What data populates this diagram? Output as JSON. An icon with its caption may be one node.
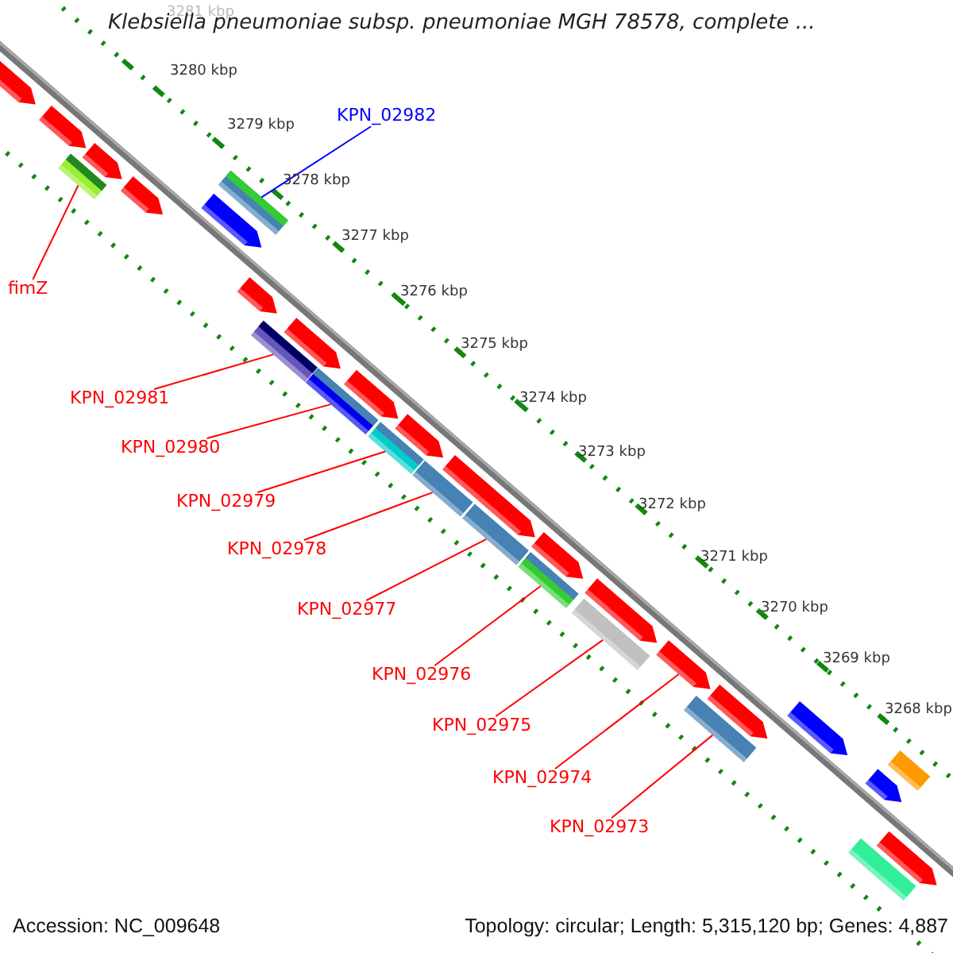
{
  "diagram": {
    "title": "Klebsiella pneumoniae subsp. pneumoniae MGH 78578, complete ...",
    "nodes": [
      {
        "text": [
          "KPN_02982"
        ]
      },
      {
        "text": [
          "fimZ"
        ]
      },
      {
        "text": [
          "KPN_02981"
        ]
      },
      {
        "text": [
          "KPN_02980"
        ]
      },
      {
        "text": [
          "KPN_02979"
        ]
      },
      {
        "text": [
          "KPN_02978"
        ]
      },
      {
        "text": [
          "KPN_02977"
        ]
      },
      {
        "text": [
          "KPN_02976"
        ]
      },
      {
        "text": [
          "KPN_02975"
        ]
      },
      {
        "text": [
          "KPN_02974"
        ]
      },
      {
        "text": [
          "KPN_02973"
        ]
      },
      {
        "text": [],
        "shape": "bar"
      },
      {
        "text": [],
        "shape": "bar"
      },
      {
        "text": [],
        "shape": "bar"
      },
      {
        "text": [],
        "shape": "bar"
      },
      {
        "text": [],
        "shape": "bar"
      },
      {
        "text": [],
        "shape": "bar"
      },
      {
        "text": [],
        "shape": "bar"
      },
      {
        "text": [],
        "shape": "bar"
      },
      {
        "text": [],
        "shape": "bar"
      },
      {
        "text": [],
        "shape": "bar"
      },
      {
        "text": [],
        "shape": "bar"
      },
      {
        "text": [],
        "shape": "bar"
      },
      {
        "text": [],
        "shape": "bar"
      },
      {
        "text": [],
        "shape": "bar"
      },
      {
        "text": [],
        "shape": "bar"
      },
      {
        "text": [],
        "shape": "bar"
      },
      {
        "text": [],
        "shape": "bar"
      },
      {
        "text": [],
        "shape": "bar"
      },
      {
        "text": [],
        "shape": "bar"
      },
      {
        "text": [],
        "shape": "bar"
      },
      {
        "text": [],
        "shape": "bar"
      },
      {
        "text": [],
        "shape": "bar"
      },
      {
        "text": [],
        "shape": "bar"
      },
      {
        "text": [],
        "shape": "bar"
      },
      {
        "text": [],
        "shape": "bar"
      },
      {
        "text": [],
        "shape": "bar"
      },
      {
        "text": [],
        "shape": "bar"
      },
      {
        "text": [],
        "shape": "bar"
      },
      {
        "text": [],
        "shape": "bar"
      }
    ],
    "edges": [
      {
        "from": 0,
        "to": 16,
        "arrow": "none",
        "color": "#0000ff"
      },
      {
        "from": 1,
        "to": 14,
        "arrow": "none"
      },
      {
        "from": 2,
        "to": 20,
        "arrow": "none"
      },
      {
        "from": 3,
        "to": 22,
        "arrow": "none"
      },
      {
        "from": 4,
        "to": 24,
        "arrow": "none"
      },
      {
        "from": 5,
        "to": 25,
        "arrow": "none"
      },
      {
        "from": 6,
        "to": 27,
        "arrow": "none"
      },
      {
        "from": 7,
        "to": 29,
        "arrow": "none"
      },
      {
        "from": 8,
        "to": 31,
        "arrow": "none"
      },
      {
        "from": 9,
        "to": 32,
        "arrow": "none"
      },
      {
        "from": 10,
        "to": 33,
        "arrow": "none"
      }
    ],
    "labels": [
      "3281 kbp",
      "3280 kbp",
      "3279 kbp",
      "3278 kbp",
      "3277 kbp",
      "3276 kbp",
      "3275 kbp",
      "3274 kbp",
      "3273 kbp",
      "3272 kbp",
      "3271 kbp",
      "3270 kbp",
      "3269 kbp",
      "3268 kbp",
      "Accession: NC_009648",
      "Topology: circular; Length: 5,315,120 bp; Genes: 4,887"
    ]
  }
}
